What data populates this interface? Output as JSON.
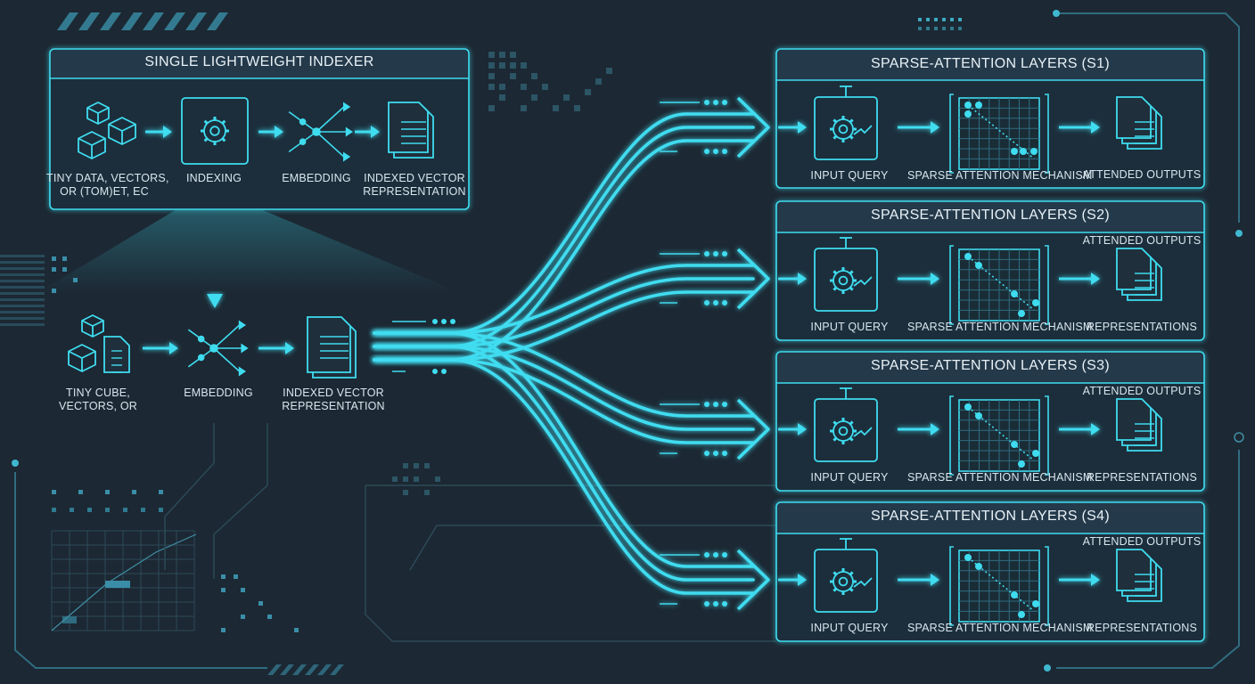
{
  "colors": {
    "background": "#1c2833",
    "accent": "#3fdcf0",
    "panel": "#1f2f3b",
    "header": "#24394a",
    "text": "#d9e6ee"
  },
  "indexer": {
    "title": "SINGLE LIGHTWEIGHT INDEXER",
    "steps": [
      {
        "icon": "cubes-icon",
        "label": "TINY DATA, VECTORS,\nOR (TOM)ET, EC"
      },
      {
        "icon": "gears-icon",
        "label": "INDEXING"
      },
      {
        "icon": "network-icon",
        "label": "EMBEDDING"
      },
      {
        "icon": "document-icon",
        "label": "INDEXED VECTOR\nREPRESENTATION"
      }
    ]
  },
  "pipeline": {
    "steps": [
      {
        "icon": "cube-document-icon",
        "label": "TINY CUBE,\nVECTORS, OR"
      },
      {
        "icon": "network-icon",
        "label": "EMBEDDING"
      },
      {
        "icon": "document-icon",
        "label": "INDEXED VECTOR\nREPRESENTATION"
      }
    ]
  },
  "layers": [
    {
      "title": "SPARSE-ATTENTION LAYERS (S1)",
      "input": "INPUT QUERY",
      "mechanism": "SPARSE ATTENTION MECHANISM",
      "output_top": "",
      "output": "ATTENDED OUTPUTS"
    },
    {
      "title": "SPARSE-ATTENTION LAYERS (S2)",
      "input": "INPUT QUERY",
      "mechanism": "SPARSE ATTENTION MECHANISM",
      "output_top": "ATTENDED OUTPUTS",
      "output": "REPRESENTATIONS"
    },
    {
      "title": "SPARSE-ATTENTION LAYERS (S3)",
      "input": "INPUT QUERY",
      "mechanism": "SPARSE ATTENTION MECHANISM",
      "output_top": "ATTENDED OUTPUTS",
      "output": "REPRESENTATIONS"
    },
    {
      "title": "SPARSE-ATTENTION LAYERS (S4)",
      "input": "INPUT QUERY",
      "mechanism": "SPARSE ATTENTION MECHANISM",
      "output_top": "ATTENDED OUTPUTS",
      "output": "REPRESENTATIONS"
    }
  ]
}
